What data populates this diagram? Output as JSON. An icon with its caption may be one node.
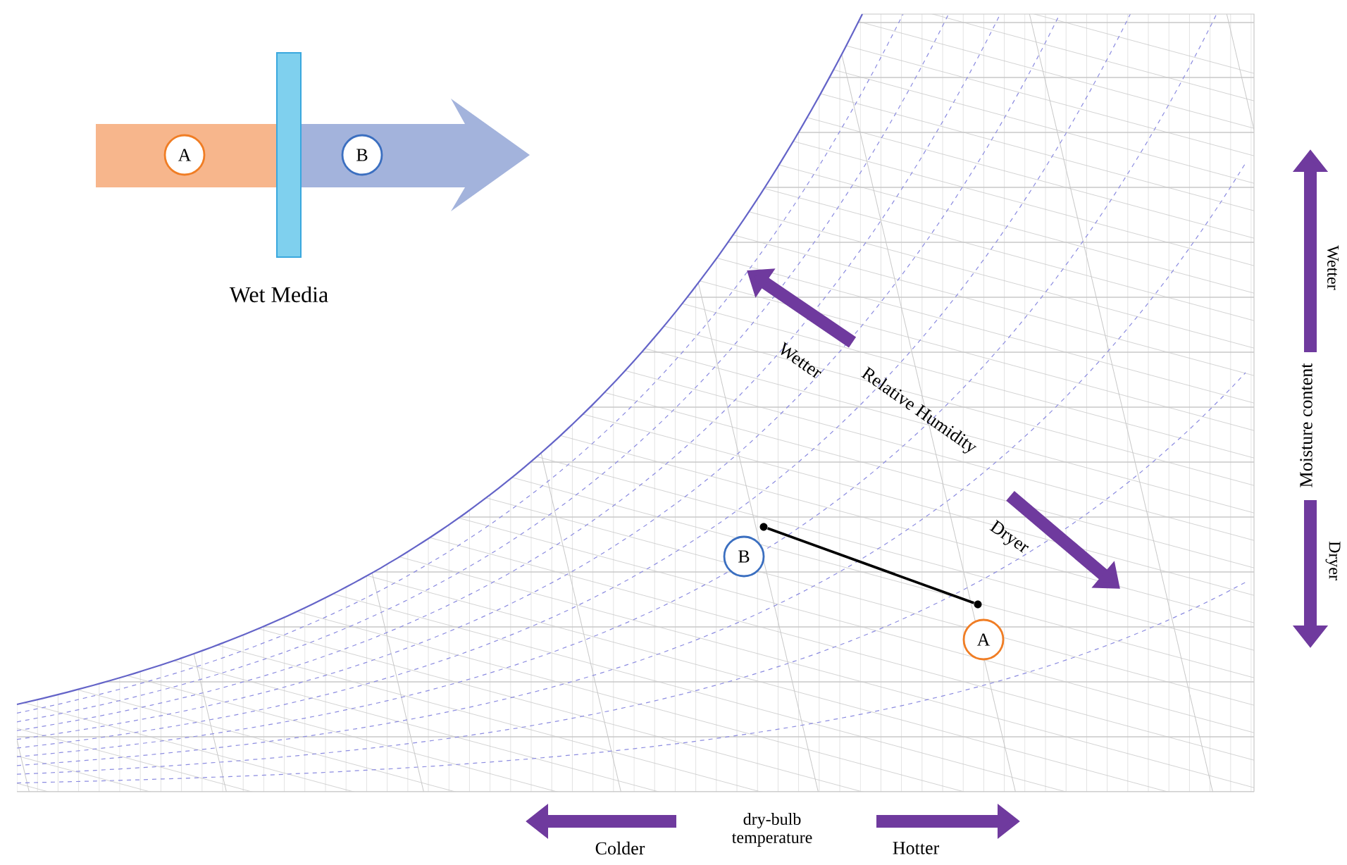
{
  "diagram": {
    "nodes": [
      {
        "text": [
          "A"
        ]
      },
      {
        "text": [
          "Wet Media"
        ]
      },
      {
        "text": [
          "B"
        ]
      },
      {
        "text": [],
        "shape": "circle"
      },
      {
        "text": [
          "B"
        ]
      },
      {
        "text": [],
        "shape": "circle"
      },
      {
        "text": [
          "A"
        ]
      }
    ],
    "edges": [
      {
        "from": 3,
        "to": 5,
        "arrow": "none"
      }
    ],
    "labels": [
      "Wetter",
      "Relative Humidity",
      "Dryer",
      "Moisture content",
      "Wetter",
      "Dryer",
      "dry-bulb temperature",
      "Colder",
      "Hotter"
    ]
  }
}
